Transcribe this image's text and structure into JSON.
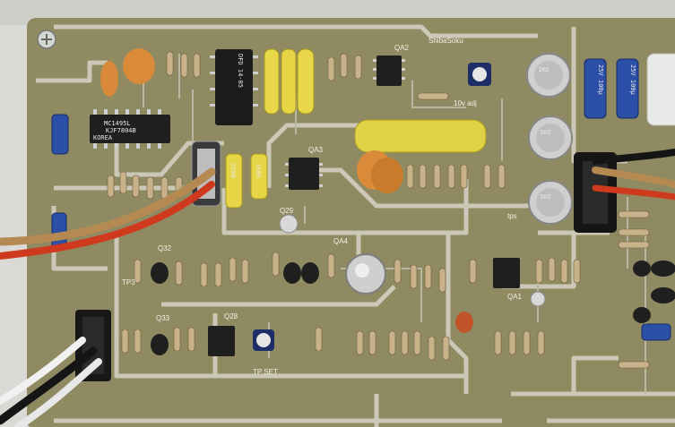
{
  "board": {
    "brand": "ShibaSoku",
    "chips": {
      "dip14": "MC1495L",
      "dip14_line2": "KJF7804B",
      "dip14_line3": "KOREA",
      "relay": "DFD 14-05"
    },
    "labels": {
      "qa2": "QA2",
      "qa3": "QA3",
      "qa4": "QA4",
      "qa1": "QA1",
      "q29": "Q29",
      "q32": "Q32",
      "q33": "Q33",
      "q28": "Q28",
      "tp3": "TP3",
      "tp_set": "TP SET",
      "adj": "10v adj",
      "tps": "tps"
    },
    "caps": {
      "cap1": "1KΩ",
      "cap2": "1KΩ",
      "cap3": "1KΩ",
      "elec1": "25V 100μ",
      "elec2": "25V 100μ",
      "film": "1500",
      "film2": "2200"
    }
  },
  "colors": {
    "pcb": "#8f8a62",
    "trace": "#c9c7b7",
    "chip": "#1f1f1f",
    "yellow_cap": "#e8d84a",
    "orange_cap": "#d98b3a",
    "blue_cap": "#2b4fa6",
    "wire_red": "#cf3a1e",
    "wire_tan": "#b48a52"
  }
}
